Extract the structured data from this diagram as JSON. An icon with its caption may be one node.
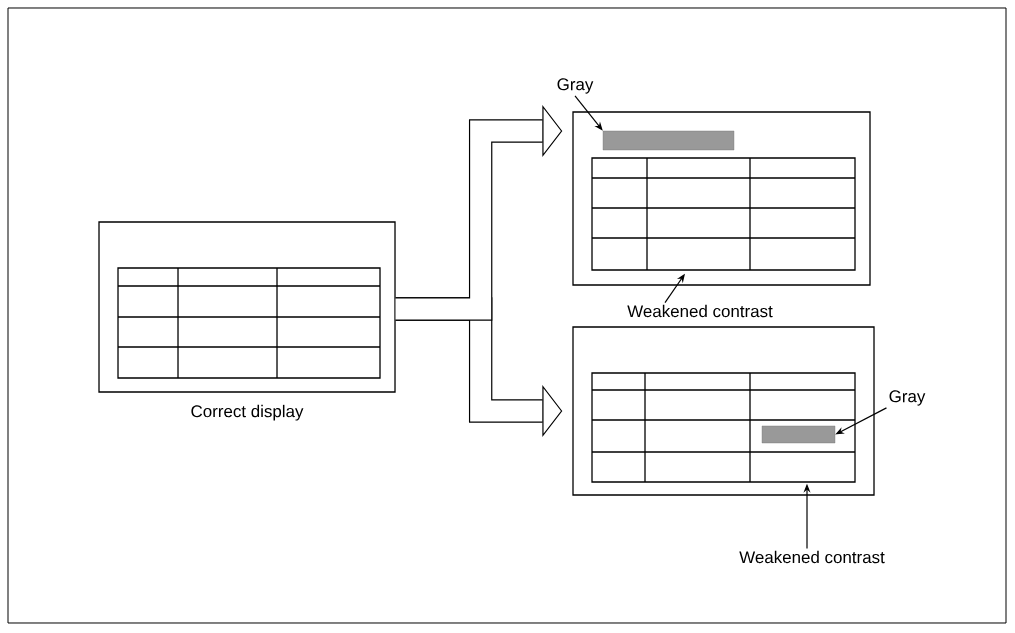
{
  "diagram": {
    "nodes": [
      {
        "text": [],
        "shape": "box",
        "beside": [
          "Correct display"
        ]
      },
      {
        "text": [],
        "shape": "box"
      },
      {
        "text": [],
        "shape": "bar",
        "in": 1
      },
      {
        "text": [
          "Gray"
        ]
      },
      {
        "text": [
          "Weakened contrast"
        ]
      },
      {
        "text": [],
        "shape": "box"
      },
      {
        "text": [],
        "shape": "bar",
        "in": 5
      },
      {
        "text": [
          "Gray"
        ]
      },
      {
        "text": [
          "Weakened contrast"
        ]
      }
    ],
    "edges": [
      {
        "from": 0,
        "to": 1,
        "arrow": "to",
        "style": "thick"
      },
      {
        "from": 0,
        "to": 5,
        "arrow": "to",
        "style": "thick"
      },
      {
        "from": 3,
        "to": 2,
        "arrow": "to"
      },
      {
        "from": 4,
        "to": 1,
        "arrow": "to"
      },
      {
        "from": 7,
        "to": 6,
        "arrow": "to"
      },
      {
        "from": 8,
        "to": 5,
        "arrow": "to"
      }
    ]
  }
}
